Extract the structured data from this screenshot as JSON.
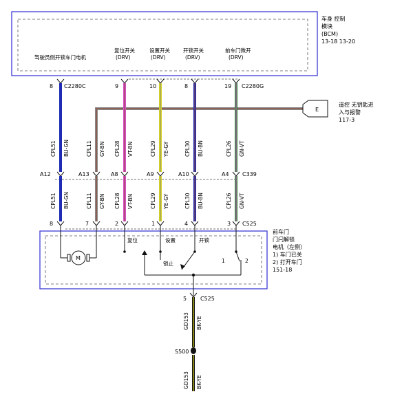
{
  "bcm": {
    "title_lines": [
      "车身 控制",
      "模块",
      "(BCM)",
      "13-18   13-20"
    ],
    "col_labels": [
      [
        "驾驶员侧开锁车门电机"
      ],
      [
        "复位开关",
        "(DRV)"
      ],
      [
        "设置开关",
        "(DRV)"
      ],
      [
        "开锁开关",
        "(DRV)"
      ],
      [
        "前车门微开",
        "(DRV)"
      ]
    ],
    "pins": [
      "8",
      "9",
      "10",
      "8",
      "19"
    ],
    "connector_left": "C2280C",
    "connector_right": "C2280G"
  },
  "remote": {
    "flag": "E",
    "lines": [
      "遥控 无钥匙进",
      "入与报警",
      "117-3"
    ]
  },
  "mid_connector": {
    "pins": [
      "A12",
      "A13",
      "A8",
      "A9",
      "A10",
      "A4"
    ],
    "name": "C339"
  },
  "wires_upper": [
    {
      "circuit": "CPL51",
      "color": "BU-GN"
    },
    {
      "circuit": "CPL11",
      "color": "GY-BN"
    },
    {
      "circuit": "CPL28",
      "color": "VT-BN"
    },
    {
      "circuit": "CPL29",
      "color": "YE-GY"
    },
    {
      "circuit": "CPL30",
      "color": "BU-BN"
    },
    {
      "circuit": "CPL26",
      "color": "GN-VT"
    }
  ],
  "wires_lower": [
    {
      "circuit": "CPL51",
      "color": "BU-GN"
    },
    {
      "circuit": "CPL11",
      "color": "GY-BN"
    },
    {
      "circuit": "CPL28",
      "color": "VT-BN"
    },
    {
      "circuit": "CPL29",
      "color": "YE-GY"
    },
    {
      "circuit": "CPL30",
      "color": "BU-BN"
    },
    {
      "circuit": "CPL26",
      "color": "GN-VT"
    }
  ],
  "latch": {
    "pins": [
      "8",
      "7",
      "2",
      "1",
      "4",
      "3"
    ],
    "connector": "C525",
    "switch_labels": [
      "复位",
      "设置",
      "开锁",
      "锁止",
      "1",
      "2"
    ],
    "motor": "M",
    "title_lines": [
      "前车门",
      "门闩解锁",
      "电机（左侧）",
      "1) 车门已关",
      "2) 打开车门",
      "151-18"
    ]
  },
  "ground": {
    "pin": "5",
    "connector": "C525",
    "circuit": "GD153",
    "color": "BK-YE",
    "splice": "S500"
  },
  "colors": {
    "frame": "#3b3bd6",
    "blue": "#1f2bb3",
    "gray": "#8a8a8a",
    "brown": "#8b4a3a",
    "violet": "#d64fc6",
    "yellow": "#d7d31e",
    "green": "#2e8b3a",
    "black": "#111111"
  }
}
